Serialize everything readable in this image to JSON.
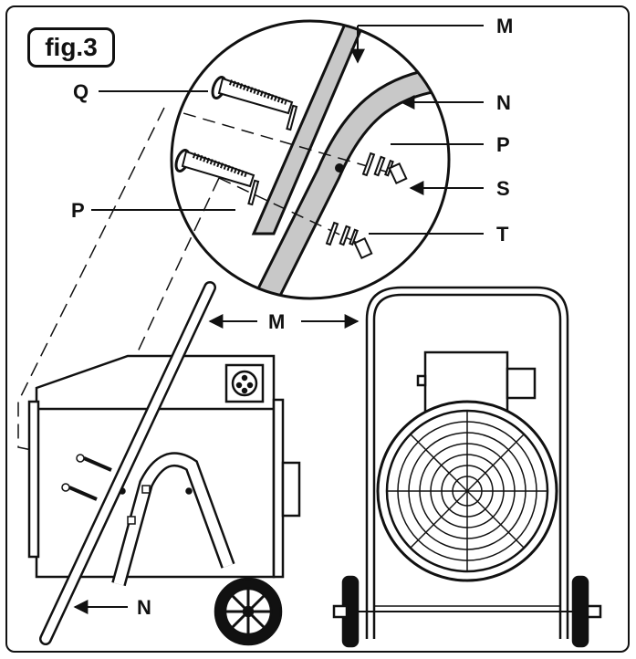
{
  "figure": {
    "badge": "fig.3"
  },
  "labels": {
    "M_top": "M",
    "N_top": "N",
    "Q": "Q",
    "P_right": "P",
    "S": "S",
    "P_left": "P",
    "T": "T",
    "M_mid": "M",
    "N_bottom": "N"
  },
  "colors": {
    "ink": "#111111",
    "tube_fill": "#c8c8c8",
    "background": "#ffffff"
  }
}
